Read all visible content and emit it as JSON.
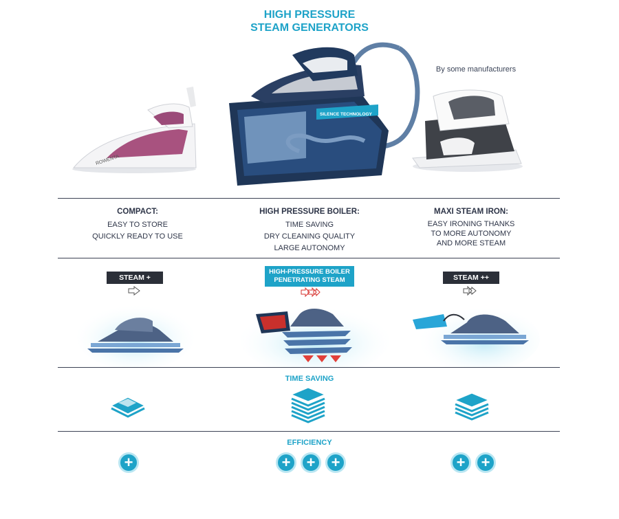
{
  "title": {
    "line1": "HIGH PRESSURE",
    "line2": "STEAM GENERATORS"
  },
  "note": "By some manufacturers",
  "columns": [
    {
      "heading": "COMPACT:",
      "lines": [
        "EASY TO STORE",
        "QUICKLY READY TO USE"
      ],
      "tag": "STEAM +",
      "efficiency": 1
    },
    {
      "heading": "HIGH PRESSURE BOILER:",
      "lines": [
        "TIME SAVING",
        "DRY CLEANING QUALITY",
        "LARGE AUTONOMY"
      ],
      "tag_line1": "HIGH-PRESSURE BOILER",
      "tag_line2": "PENETRATING STEAM",
      "efficiency": 3
    },
    {
      "heading": "MAXI STEAM IRON:",
      "lines": [
        "EASY IRONING THANKS",
        "TO MORE AUTONOMY",
        "AND MORE STEAM"
      ],
      "tag": "STEAM ++",
      "efficiency": 2
    }
  ],
  "sections": {
    "time_saving": "TIME SAVING",
    "efficiency": "EFFICIENCY"
  },
  "plus_glyph": "+",
  "brand_text": "ROWENTA",
  "product_text": "SILENCE TECHNOLOGY",
  "colors": {
    "accent": "#1ea3c8",
    "dark": "#2b2f38",
    "navy": "#1f3657",
    "line": "#3b4153"
  }
}
